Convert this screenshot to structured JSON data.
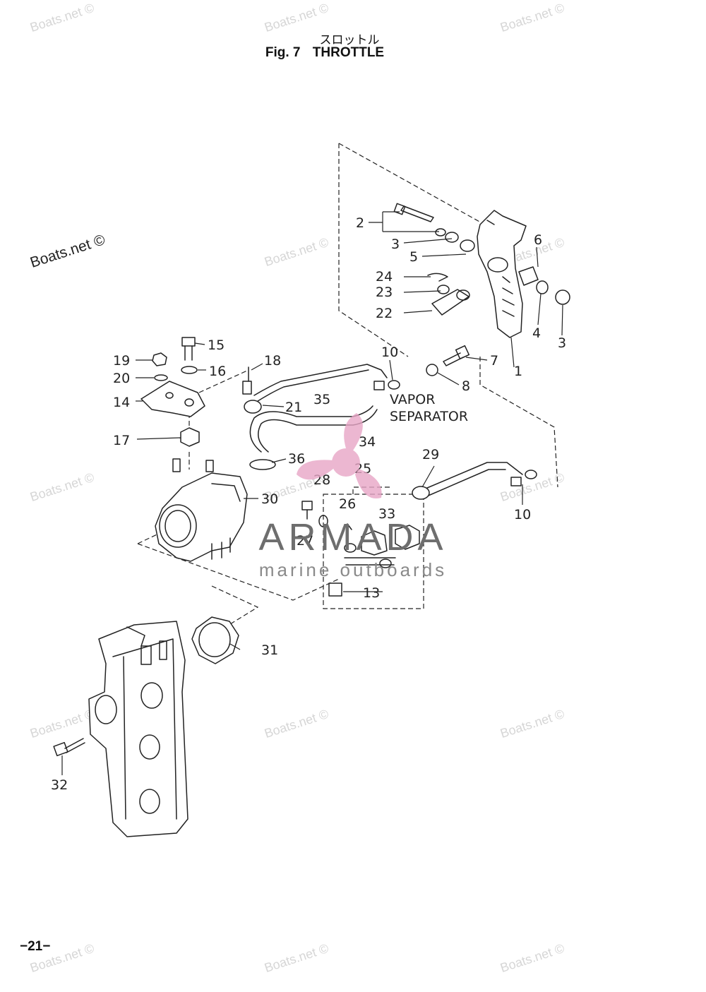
{
  "header": {
    "title_jp": "スロットル",
    "fig_label": "Fig. 7",
    "fig_title": "THROTTLE"
  },
  "footer": {
    "page_number": "−21−"
  },
  "watermarks": {
    "site": "Boats.net ©",
    "logo_name": "ARMADA",
    "logo_sub": "marine outboards",
    "logo_color": "#e8a6c6"
  },
  "labels": {
    "l1": "1",
    "l2": "2",
    "l3a": "3",
    "l3b": "3",
    "l4": "4",
    "l5": "5",
    "l6": "6",
    "l7": "7",
    "l8": "8",
    "l10a": "10",
    "l10b": "10",
    "l13": "13",
    "l14": "14",
    "l15": "15",
    "l16": "16",
    "l17": "17",
    "l18": "18",
    "l19": "19",
    "l20": "20",
    "l21": "21",
    "l22": "22",
    "l23": "23",
    "l24": "24",
    "l25": "25",
    "l26": "26",
    "l27": "27",
    "l28": "28",
    "l29": "29",
    "l30": "30",
    "l31": "31",
    "l32": "32",
    "l33": "33",
    "l34": "34",
    "l35": "35",
    "l36": "36",
    "vapor1": "VAPOR",
    "vapor2": "SEPARATOR"
  }
}
